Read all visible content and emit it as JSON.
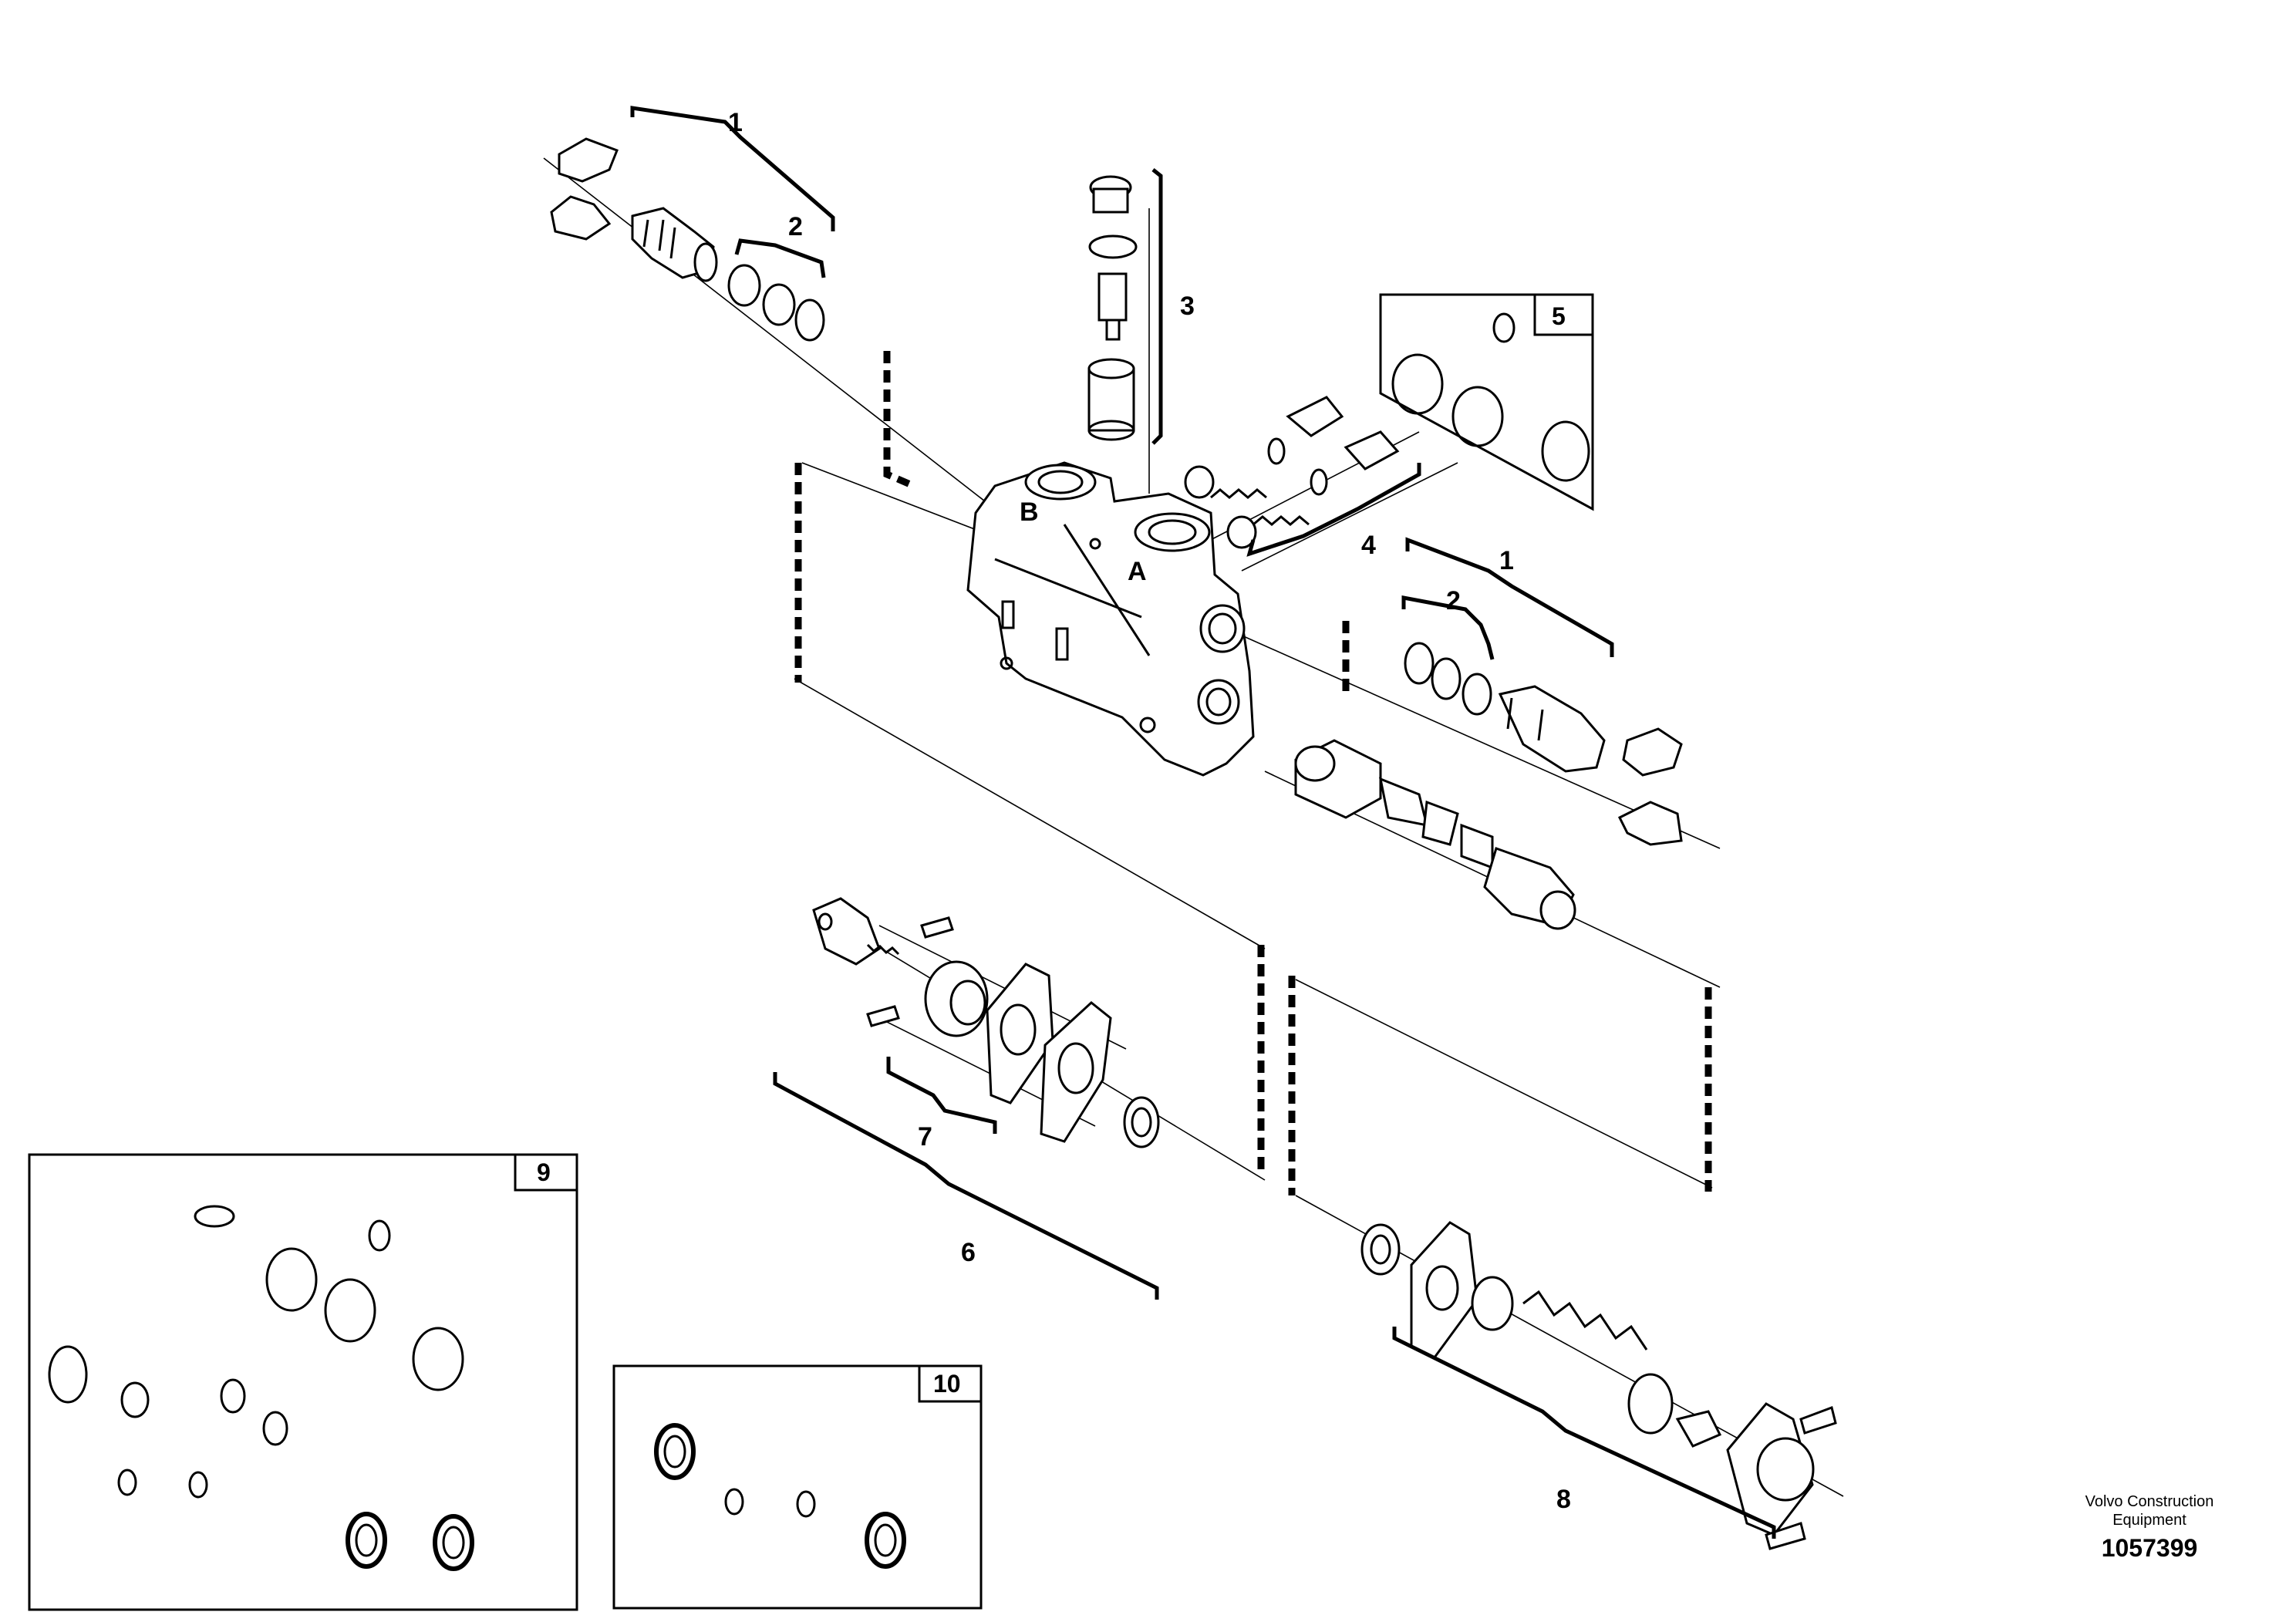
{
  "callouts": {
    "c1_top": "1",
    "c2_top": "2",
    "c3": "3",
    "c4": "4",
    "c1_right": "1",
    "c2_right": "2",
    "c6": "6",
    "c7": "7",
    "c8": "8"
  },
  "kit_boxes": {
    "box5": "5",
    "box9": "9",
    "box10": "10"
  },
  "ports": {
    "a": "A",
    "b": "B"
  },
  "branding": {
    "line1": "Volvo Construction",
    "line2": "Equipment",
    "number": "1057399"
  }
}
